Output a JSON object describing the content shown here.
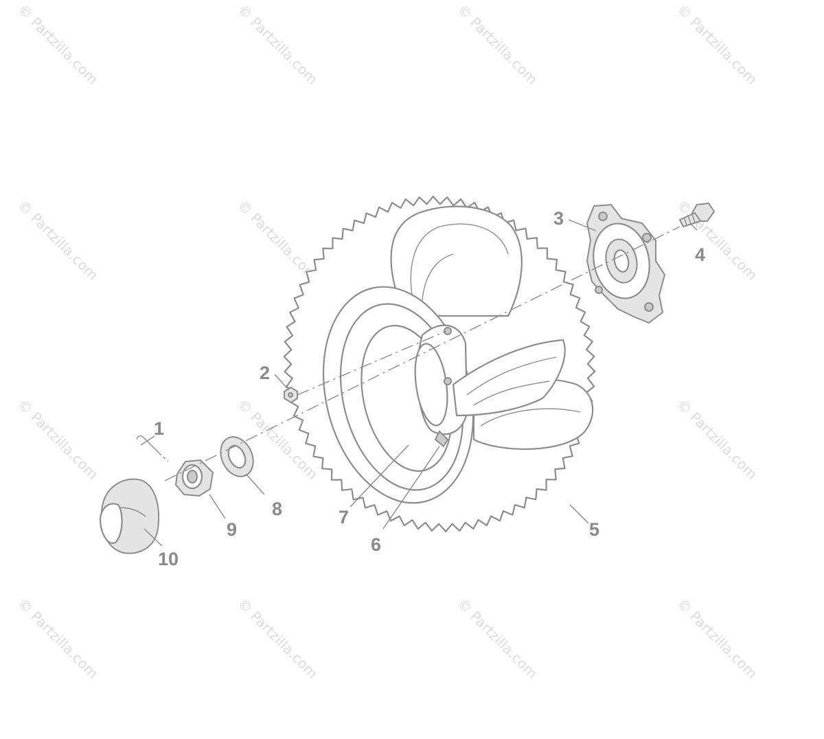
{
  "diagram": {
    "watermark_text": "© Partzilla.com",
    "callouts": [
      {
        "id": "1",
        "label": "1"
      },
      {
        "id": "2",
        "label": "2"
      },
      {
        "id": "3",
        "label": "3"
      },
      {
        "id": "4",
        "label": "4"
      },
      {
        "id": "5",
        "label": "5"
      },
      {
        "id": "6",
        "label": "6"
      },
      {
        "id": "7",
        "label": "7"
      },
      {
        "id": "8",
        "label": "8"
      },
      {
        "id": "9",
        "label": "9"
      },
      {
        "id": "10",
        "label": "10"
      }
    ],
    "colors": {
      "line": "#8a8a8a",
      "watermark": "#dcdcdc",
      "background": "#ffffff"
    }
  }
}
